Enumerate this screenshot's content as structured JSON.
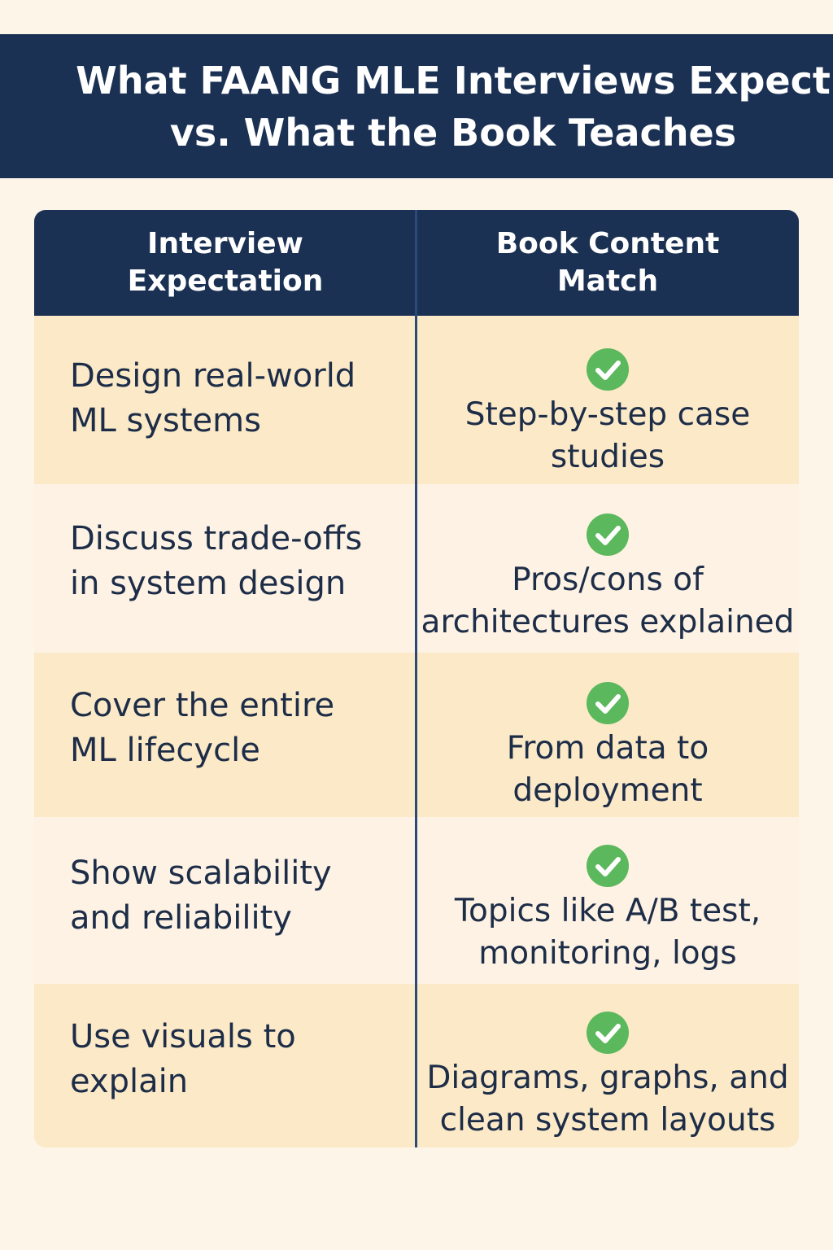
{
  "header": {
    "title_line1": "What FAANG MLE Interviews Expect",
    "title_line2": "vs. What the Book Teaches"
  },
  "table": {
    "columns": [
      {
        "line1": "Interview",
        "line2": "Expectation"
      },
      {
        "line1": "Book Content",
        "line2": "Match"
      }
    ],
    "rows": [
      {
        "expectation": [
          "Design real-world",
          "ML systems"
        ],
        "match": [
          "Step-by-step case",
          "studies"
        ],
        "icon": "check-circle-icon"
      },
      {
        "expectation": [
          "Discuss trade-offs",
          "in system design"
        ],
        "match": [
          "Pros/cons of",
          "architectures explained"
        ],
        "icon": "check-circle-icon"
      },
      {
        "expectation": [
          "Cover the entire",
          "ML lifecycle"
        ],
        "match": [
          "From data to",
          "deployment"
        ],
        "icon": "check-circle-icon"
      },
      {
        "expectation": [
          "Show scalability",
          "and reliability"
        ],
        "match": [
          "Topics like A/B test,",
          "monitoring, logs"
        ],
        "icon": "check-circle-icon"
      },
      {
        "expectation": [
          "Use visuals to",
          "explain"
        ],
        "match": [
          "Diagrams, graphs, and",
          "clean system layouts"
        ],
        "icon": "check-circle-icon"
      }
    ]
  },
  "colors": {
    "navy": "#1b3153",
    "check_green": "#5cb85c",
    "row_odd": "#fbe9c7",
    "row_even": "#fdf2e3",
    "page_bg": "#fdf5e8"
  }
}
